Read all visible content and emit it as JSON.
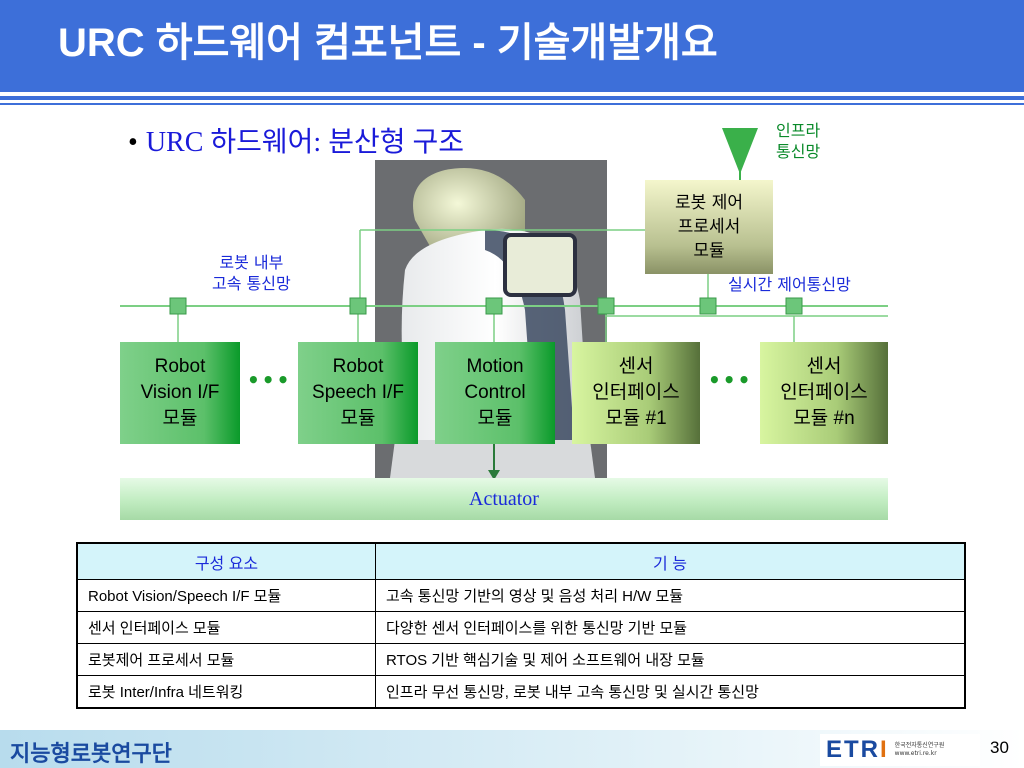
{
  "header": {
    "title": "URC 하드웨어 컴포넌트 - 기술개발개요"
  },
  "bullet": {
    "symbol": "•",
    "text": "URC 하드웨어: 분산형 구조"
  },
  "diagram": {
    "infra_label": [
      "인프라",
      "통신망"
    ],
    "processor_label": [
      "로봇 제어",
      "프로세서",
      "모듈"
    ],
    "internal_bus_label": [
      "로봇 내부",
      "고속 통신망"
    ],
    "realtime_label": "실시간 제어통신망",
    "dots": "•••",
    "modules": [
      {
        "lines": [
          "Robot",
          "Vision I/F",
          "모듈"
        ]
      },
      {
        "lines": [
          "Robot",
          "Speech I/F",
          "모듈"
        ]
      },
      {
        "lines": [
          "Motion",
          "Control",
          "모듈"
        ]
      },
      {
        "lines": [
          "센서",
          "인터페이스",
          "모듈 #1"
        ]
      },
      {
        "lines": [
          "센서",
          "인터페이스",
          "모듈 #n"
        ]
      }
    ],
    "actuator": "Actuator"
  },
  "table": {
    "headers": [
      "구성 요소",
      "기 능"
    ],
    "rows": [
      [
        "Robot Vision/Speech I/F 모듈",
        "고속 통신망 기반의 영상 및 음성 처리 H/W 모듈"
      ],
      [
        "센서 인터페이스 모듈",
        "다양한 센서 인터페이스를 위한 통신망 기반 모듈"
      ],
      [
        "로봇제어 프로세서 모듈",
        "RTOS 기반 핵심기술 및 제어 소프트웨어 내장 모듈"
      ],
      [
        "로봇 Inter/Infra 네트워킹",
        "인프라 무선 통신망, 로봇 내부 고속 통신망 및 실시간 통신망"
      ]
    ]
  },
  "footer": {
    "left": "지능형로봇연구단",
    "logo_main": "ETR",
    "logo_accent": "I",
    "logo_sub": [
      "한국전자통신연구원",
      "www.etri.re.kr"
    ],
    "page": "30"
  },
  "colors": {
    "header": "#3d6fd9",
    "bullet": "#1a1ad9",
    "green_label": "#0a8a2a",
    "blue_label": "#1a2ad9"
  }
}
